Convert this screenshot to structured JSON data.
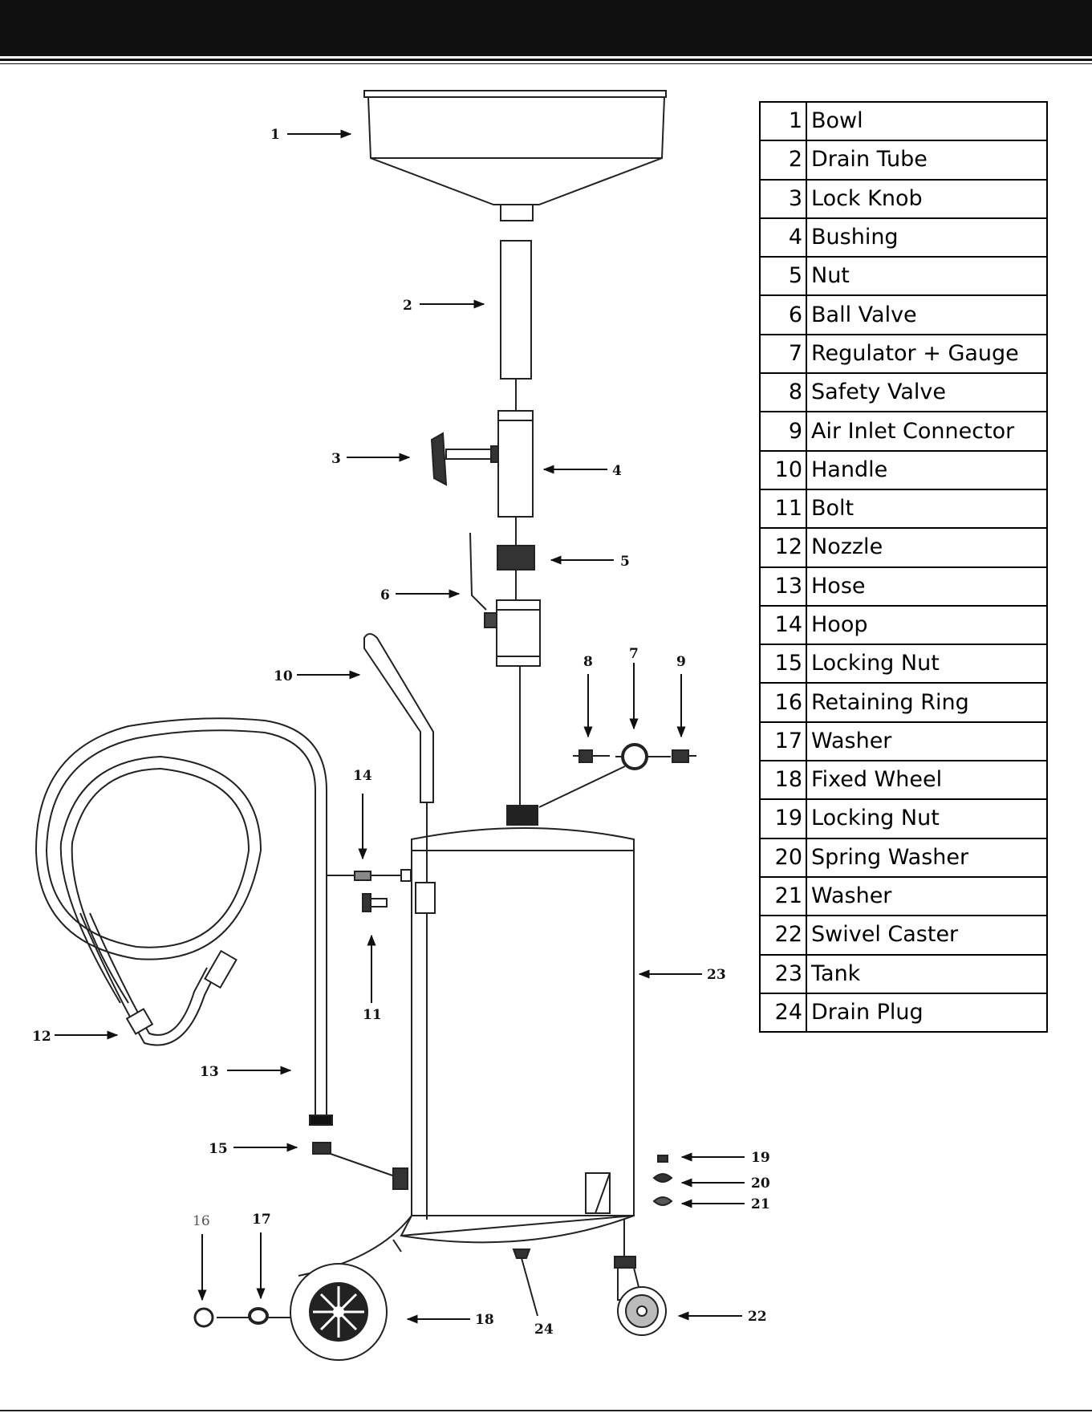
{
  "parts": [
    {
      "num": "1",
      "name": "Bowl"
    },
    {
      "num": "2",
      "name": "Drain Tube"
    },
    {
      "num": "3",
      "name": "Lock Knob"
    },
    {
      "num": "4",
      "name": "Bushing"
    },
    {
      "num": "5",
      "name": "Nut"
    },
    {
      "num": "6",
      "name": "Ball Valve"
    },
    {
      "num": "7",
      "name": "Regulator + Gauge"
    },
    {
      "num": "8",
      "name": "Safety Valve"
    },
    {
      "num": "9",
      "name": "Air Inlet Connector"
    },
    {
      "num": "10",
      "name": "Handle"
    },
    {
      "num": "11",
      "name": "Bolt"
    },
    {
      "num": "12",
      "name": "Nozzle"
    },
    {
      "num": "13",
      "name": "Hose"
    },
    {
      "num": "14",
      "name": "Hoop"
    },
    {
      "num": "15",
      "name": "Locking Nut"
    },
    {
      "num": "16",
      "name": "Retaining Ring"
    },
    {
      "num": "17",
      "name": "Washer"
    },
    {
      "num": "18",
      "name": "Fixed Wheel"
    },
    {
      "num": "19",
      "name": "Locking Nut"
    },
    {
      "num": "20",
      "name": "Spring Washer"
    },
    {
      "num": "21",
      "name": "Washer"
    },
    {
      "num": "22",
      "name": "Swivel Caster"
    },
    {
      "num": "23",
      "name": "Tank"
    },
    {
      "num": "24",
      "name": "Drain Plug"
    }
  ],
  "callouts": {
    "c1": "1",
    "c2": "2",
    "c3": "3",
    "c4": "4",
    "c5": "5",
    "c6": "6",
    "c7": "7",
    "c8": "8",
    "c9": "9",
    "c10": "10",
    "c11": "11",
    "c12": "12",
    "c13": "13",
    "c14": "14",
    "c15": "15",
    "c16": "16",
    "c17": "17",
    "c18": "18",
    "c19": "19",
    "c20": "20",
    "c21": "21",
    "c22": "22",
    "c23": "23",
    "c24": "24"
  }
}
